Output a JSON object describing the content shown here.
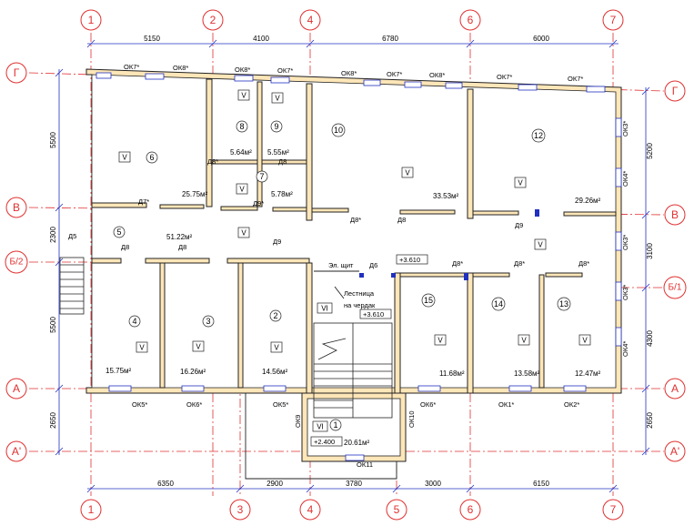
{
  "axes": {
    "vertical": [
      "1",
      "2",
      "4",
      "6",
      "7"
    ],
    "vertical_bottom": [
      "1",
      "3",
      "4",
      "5",
      "6",
      "7"
    ],
    "horizontal_left": [
      "Г",
      "В",
      "Б/2",
      "А",
      "А'"
    ],
    "horizontal_right": [
      "Г",
      "В",
      "Б/1",
      "А",
      "А'"
    ]
  },
  "dimensions": {
    "top": [
      "5150",
      "4100",
      "6780",
      "6000"
    ],
    "bottom": [
      "6350",
      "2900",
      "3780",
      "3000",
      "6150"
    ],
    "left": [
      "5500",
      "2300",
      "5500",
      "2650"
    ],
    "right": [
      "5200",
      "3100",
      "4300",
      "2650"
    ]
  },
  "windows": {
    "top": [
      "ОК7*",
      "ОК8*",
      "ОК8*",
      "ОК7*",
      "ОК8*",
      "ОК7*",
      "ОК8*",
      "ОК7*",
      "ОК7*"
    ],
    "bottom": [
      "ОК5*",
      "ОК6*",
      "ОК5*",
      "ОК6*",
      "ОК1*",
      "ОК2*"
    ],
    "right": [
      "ОК3*",
      "ОК4*",
      "ОК3*",
      "ОК3*",
      "ОК4*"
    ],
    "other": [
      "ОК9",
      "ОК10",
      "ОК11"
    ]
  },
  "rooms": [
    {
      "num": "1",
      "area": "20.61м²"
    },
    {
      "num": "2",
      "area": "14.56м²"
    },
    {
      "num": "3",
      "area": "16.26м²"
    },
    {
      "num": "4",
      "area": "15.75м²"
    },
    {
      "num": "5",
      "area": "51.22м²"
    },
    {
      "num": "6",
      "area": "25.75м²"
    },
    {
      "num": "7",
      "area": "5.78м²"
    },
    {
      "num": "8",
      "area": "5.64м²"
    },
    {
      "num": "9",
      "area": "5.55м²"
    },
    {
      "num": "10",
      "area": "33.53м²"
    },
    {
      "num": "12",
      "area": "29.26м²"
    },
    {
      "num": "13",
      "area": "12.47м²"
    },
    {
      "num": "14",
      "area": "13.58м²"
    },
    {
      "num": "15",
      "area": "11.68м²"
    }
  ],
  "doors": [
    "Д7*",
    "Д8*",
    "Д8",
    "Д9*",
    "Д9",
    "Д5",
    "Д6",
    "Д8*",
    "Д8",
    "Д8*",
    "Д9",
    "Д8*",
    "Д8*",
    "Д8",
    "Д8"
  ],
  "labels": {
    "v": "V",
    "vi": "VI",
    "el_shield": "Эл. щит",
    "stair_attic_1": "Лестница",
    "stair_attic_2": "на чердак",
    "level_1": "+3.610",
    "level_2": "+3.610",
    "level_3": "+2.400"
  },
  "colors": {
    "axis": "#e03030",
    "dimension": "#2030c0",
    "wall_fill": "#fde6b8"
  }
}
